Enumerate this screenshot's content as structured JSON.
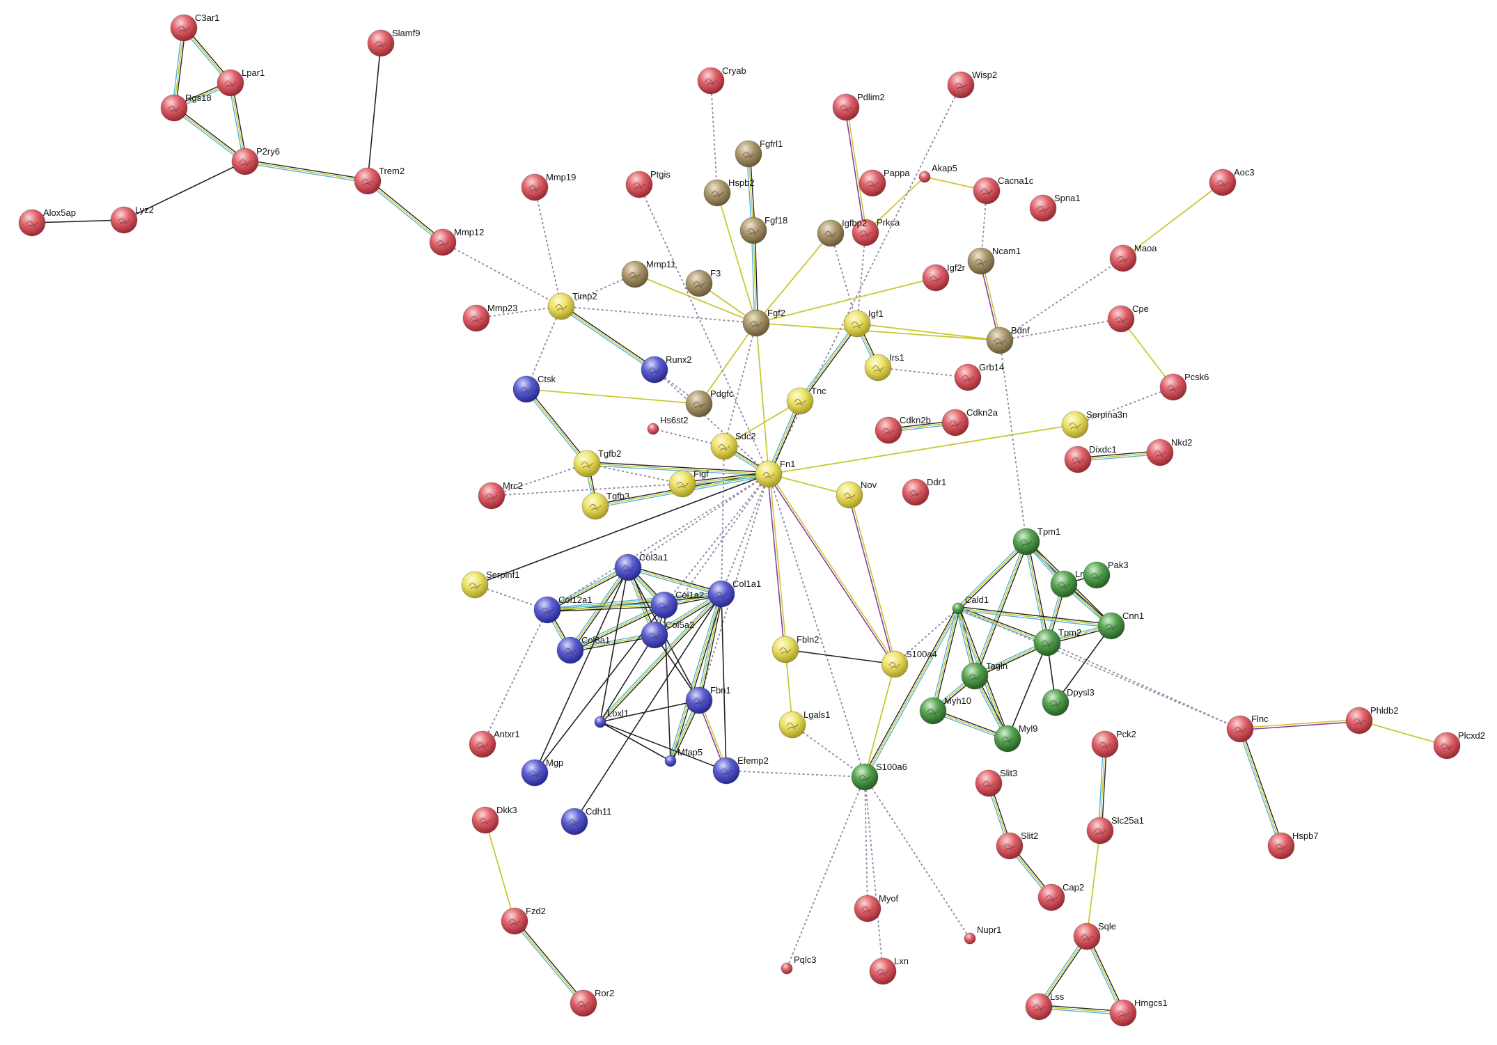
{
  "colors": {
    "red": "#d64b55",
    "yellow": "#e8e05a",
    "blue": "#4d4fc4",
    "tan": "#a39066",
    "green": "#4d9a4a",
    "edge_black": "#222222",
    "edge_yellow": "#c8c832",
    "edge_cyan": "#52b6d6",
    "edge_purple": "#8a3c9e",
    "edge_dotted": "#9a8aa8"
  },
  "nodes": [
    {
      "id": "C3ar1",
      "label": "C3ar1",
      "color": "red",
      "size": "large"
    },
    {
      "id": "Lpar1",
      "label": "Lpar1",
      "color": "red",
      "size": "large"
    },
    {
      "id": "Rgs18",
      "label": "Rgs18",
      "color": "red",
      "size": "large"
    },
    {
      "id": "P2ry6",
      "label": "P2ry6",
      "color": "red",
      "size": "large"
    },
    {
      "id": "Slamf9",
      "label": "Slamf9",
      "color": "red",
      "size": "large"
    },
    {
      "id": "Trem2",
      "label": "Trem2",
      "color": "red",
      "size": "large"
    },
    {
      "id": "Alox5ap",
      "label": "Alox5ap",
      "color": "red",
      "size": "large"
    },
    {
      "id": "Lyz2",
      "label": "Lyz2",
      "color": "red",
      "size": "large"
    },
    {
      "id": "Mmp12",
      "label": "Mmp12",
      "color": "red",
      "size": "large"
    },
    {
      "id": "Mmp19",
      "label": "Mmp19",
      "color": "red",
      "size": "large"
    },
    {
      "id": "Ptgis",
      "label": "Ptgis",
      "color": "red",
      "size": "large"
    },
    {
      "id": "Cryab",
      "label": "Cryab",
      "color": "red",
      "size": "large"
    },
    {
      "id": "Pdlim2",
      "label": "Pdlim2",
      "color": "red",
      "size": "large"
    },
    {
      "id": "Wisp2",
      "label": "Wisp2",
      "color": "red",
      "size": "large"
    },
    {
      "id": "Pappa",
      "label": "Pappa",
      "color": "red",
      "size": "large"
    },
    {
      "id": "Akap5",
      "label": "Akap5",
      "color": "red",
      "size": "small"
    },
    {
      "id": "Cacna1c",
      "label": "Cacna1c",
      "color": "red",
      "size": "large"
    },
    {
      "id": "Spna1",
      "label": "Spna1",
      "color": "red",
      "size": "large"
    },
    {
      "id": "Aoc3",
      "label": "Aoc3",
      "color": "red",
      "size": "large"
    },
    {
      "id": "Maoa",
      "label": "Maoa",
      "color": "red",
      "size": "large"
    },
    {
      "id": "Prkca",
      "label": "Prkca",
      "color": "red",
      "size": "large"
    },
    {
      "id": "Igf2r",
      "label": "Igf2r",
      "color": "red",
      "size": "large"
    },
    {
      "id": "Mmp23",
      "label": "Mmp23",
      "color": "red",
      "size": "large"
    },
    {
      "id": "Cpe",
      "label": "Cpe",
      "color": "red",
      "size": "large"
    },
    {
      "id": "Pcsk6",
      "label": "Pcsk6",
      "color": "red",
      "size": "large"
    },
    {
      "id": "Grb14",
      "label": "Grb14",
      "color": "red",
      "size": "large"
    },
    {
      "id": "Hs6st2",
      "label": "Hs6st2",
      "color": "red",
      "size": "small"
    },
    {
      "id": "Cdkn2b",
      "label": "Cdkn2b",
      "color": "red",
      "size": "large"
    },
    {
      "id": "Cdkn2a",
      "label": "Cdkn2a",
      "color": "red",
      "size": "large"
    },
    {
      "id": "Dixdc1",
      "label": "Dixdc1",
      "color": "red",
      "size": "large"
    },
    {
      "id": "Nkd2",
      "label": "Nkd2",
      "color": "red",
      "size": "large"
    },
    {
      "id": "Mrc2",
      "label": "Mrc2",
      "color": "red",
      "size": "large"
    },
    {
      "id": "Ddr1",
      "label": "Ddr1",
      "color": "red",
      "size": "large"
    },
    {
      "id": "Antxr1",
      "label": "Antxr1",
      "color": "red",
      "size": "large"
    },
    {
      "id": "Dkk3",
      "label": "Dkk3",
      "color": "red",
      "size": "large"
    },
    {
      "id": "Fzd2",
      "label": "Fzd2",
      "color": "red",
      "size": "large"
    },
    {
      "id": "Ror2",
      "label": "Ror2",
      "color": "red",
      "size": "large"
    },
    {
      "id": "Pck2",
      "label": "Pck2",
      "color": "red",
      "size": "large"
    },
    {
      "id": "Slit3",
      "label": "Slit3",
      "color": "red",
      "size": "large"
    },
    {
      "id": "Slit2",
      "label": "Slit2",
      "color": "red",
      "size": "large"
    },
    {
      "id": "Cap2",
      "label": "Cap2",
      "color": "red",
      "size": "large"
    },
    {
      "id": "Slc25a1",
      "label": "Slc25a1",
      "color": "red",
      "size": "large"
    },
    {
      "id": "Sqle",
      "label": "Sqle",
      "color": "red",
      "size": "large"
    },
    {
      "id": "Lss",
      "label": "Lss",
      "color": "red",
      "size": "large"
    },
    {
      "id": "Hmgcs1",
      "label": "Hmgcs1",
      "color": "red",
      "size": "large"
    },
    {
      "id": "Flnc",
      "label": "Flnc",
      "color": "red",
      "size": "large"
    },
    {
      "id": "Phldb2",
      "label": "Phldb2",
      "color": "red",
      "size": "large"
    },
    {
      "id": "Plcxd2",
      "label": "Plcxd2",
      "color": "red",
      "size": "large"
    },
    {
      "id": "Hspb7",
      "label": "Hspb7",
      "color": "red",
      "size": "large"
    },
    {
      "id": "Myof",
      "label": "Myof",
      "color": "red",
      "size": "large"
    },
    {
      "id": "Lxn",
      "label": "Lxn",
      "color": "red",
      "size": "large"
    },
    {
      "id": "Nupr1",
      "label": "Nupr1",
      "color": "red",
      "size": "small"
    },
    {
      "id": "Pqlc3",
      "label": "Pqlc3",
      "color": "red",
      "size": "small"
    },
    {
      "id": "Fgfrl1",
      "label": "Fgfrl1",
      "color": "tan",
      "size": "large"
    },
    {
      "id": "Hspb2",
      "label": "Hspb2",
      "color": "tan",
      "size": "large"
    },
    {
      "id": "Fgf18",
      "label": "Fgf18",
      "color": "tan",
      "size": "large"
    },
    {
      "id": "Igfbp2",
      "label": "Igfbp2",
      "color": "tan",
      "size": "large"
    },
    {
      "id": "Ncam1",
      "label": "Ncam1",
      "color": "tan",
      "size": "large"
    },
    {
      "id": "Mmp11",
      "label": "Mmp11",
      "color": "tan",
      "size": "large"
    },
    {
      "id": "F3",
      "label": "F3",
      "color": "tan",
      "size": "large"
    },
    {
      "id": "Fgf2",
      "label": "Fgf2",
      "color": "tan",
      "size": "large"
    },
    {
      "id": "Bdnf",
      "label": "Bdnf",
      "color": "tan",
      "size": "large"
    },
    {
      "id": "Pdgfc",
      "label": "Pdgfc",
      "color": "tan",
      "size": "large"
    },
    {
      "id": "Timp2",
      "label": "Timp2",
      "color": "yellow",
      "size": "large"
    },
    {
      "id": "Igf1",
      "label": "Igf1",
      "color": "yellow",
      "size": "large"
    },
    {
      "id": "Irs1",
      "label": "Irs1",
      "color": "yellow",
      "size": "large"
    },
    {
      "id": "Tnc",
      "label": "Tnc",
      "color": "yellow",
      "size": "large"
    },
    {
      "id": "Sdc2",
      "label": "Sdc2",
      "color": "yellow",
      "size": "large"
    },
    {
      "id": "Serpina3n",
      "label": "Serpina3n",
      "color": "yellow",
      "size": "large"
    },
    {
      "id": "Tgfb2",
      "label": "Tgfb2",
      "color": "yellow",
      "size": "large"
    },
    {
      "id": "Figf",
      "label": "Figf",
      "color": "yellow",
      "size": "large"
    },
    {
      "id": "Fn1",
      "label": "Fn1",
      "color": "yellow",
      "size": "large"
    },
    {
      "id": "Tgfb3",
      "label": "Tgfb3",
      "color": "yellow",
      "size": "large"
    },
    {
      "id": "Nov",
      "label": "Nov",
      "color": "yellow",
      "size": "large"
    },
    {
      "id": "Serpinf1",
      "label": "Serpinf1",
      "color": "yellow",
      "size": "large"
    },
    {
      "id": "Fbln2",
      "label": "Fbln2",
      "color": "yellow",
      "size": "large"
    },
    {
      "id": "S100a4",
      "label": "S100a4",
      "color": "yellow",
      "size": "large"
    },
    {
      "id": "Lgals1",
      "label": "Lgals1",
      "color": "yellow",
      "size": "large"
    },
    {
      "id": "Ctsk",
      "label": "Ctsk",
      "color": "blue",
      "size": "large"
    },
    {
      "id": "Runx2",
      "label": "Runx2",
      "color": "blue",
      "size": "large"
    },
    {
      "id": "Col3a1",
      "label": "Col3a1",
      "color": "blue",
      "size": "large"
    },
    {
      "id": "Col1a1",
      "label": "Col1a1",
      "color": "blue",
      "size": "large"
    },
    {
      "id": "Col12a1",
      "label": "Col12a1",
      "color": "blue",
      "size": "large"
    },
    {
      "id": "Col1a2",
      "label": "Col1a2",
      "color": "blue",
      "size": "large"
    },
    {
      "id": "Col5a2",
      "label": "Col5a2",
      "color": "blue",
      "size": "large"
    },
    {
      "id": "Col8a1",
      "label": "Col8a1",
      "color": "blue",
      "size": "large"
    },
    {
      "id": "Fbn1",
      "label": "Fbn1",
      "color": "blue",
      "size": "large"
    },
    {
      "id": "Loxl1",
      "label": "Loxl1",
      "color": "blue",
      "size": "small"
    },
    {
      "id": "Mfap5",
      "label": "Mfap5",
      "color": "blue",
      "size": "small"
    },
    {
      "id": "Mgp",
      "label": "Mgp",
      "color": "blue",
      "size": "large"
    },
    {
      "id": "Efemp2",
      "label": "Efemp2",
      "color": "blue",
      "size": "large"
    },
    {
      "id": "Cdh11",
      "label": "Cdh11",
      "color": "blue",
      "size": "large"
    },
    {
      "id": "Tpm1",
      "label": "Tpm1",
      "color": "green",
      "size": "large"
    },
    {
      "id": "Lmod1",
      "label": "Lmod1",
      "color": "green",
      "size": "large"
    },
    {
      "id": "Pak3",
      "label": "Pak3",
      "color": "green",
      "size": "large"
    },
    {
      "id": "Cald1",
      "label": "Cald1",
      "color": "green",
      "size": "small"
    },
    {
      "id": "Cnn1",
      "label": "Cnn1",
      "color": "green",
      "size": "large"
    },
    {
      "id": "Tpm2",
      "label": "Tpm2",
      "color": "green",
      "size": "large"
    },
    {
      "id": "Tagln",
      "label": "Tagln",
      "color": "green",
      "size": "large"
    },
    {
      "id": "Myh10",
      "label": "Myh10",
      "color": "green",
      "size": "large"
    },
    {
      "id": "Dpysl3",
      "label": "Dpysl3",
      "color": "green",
      "size": "large"
    },
    {
      "id": "Myl9",
      "label": "Myl9",
      "color": "green",
      "size": "large"
    },
    {
      "id": "S100a6",
      "label": "S100a6",
      "color": "green",
      "size": "large"
    }
  ],
  "edges": [
    [
      "C3ar1",
      "Lpar1",
      "multi"
    ],
    [
      "C3ar1",
      "Rgs18",
      "multi"
    ],
    [
      "Rgs18",
      "Lpar1",
      "multi"
    ],
    [
      "Rgs18",
      "P2ry6",
      "multi"
    ],
    [
      "Lpar1",
      "P2ry6",
      "multi"
    ],
    [
      "P2ry6",
      "Lyz2",
      "solid"
    ],
    [
      "P2ry6",
      "Trem2",
      "multi"
    ],
    [
      "Slamf9",
      "Trem2",
      "solid"
    ],
    [
      "Trem2",
      "Mmp12",
      "multi"
    ],
    [
      "Alox5ap",
      "Lyz2",
      "solid"
    ],
    [
      "Mmp12",
      "Timp2",
      "dotted"
    ],
    [
      "Mmp19",
      "Timp2",
      "dotted"
    ],
    [
      "Mmp23",
      "Timp2",
      "dotted"
    ],
    [
      "Mmp11",
      "Timp2",
      "dotted"
    ],
    [
      "Timp2",
      "Runx2",
      "multi"
    ],
    [
      "Timp2",
      "Ctsk",
      "dotted"
    ],
    [
      "Timp2",
      "Fgf2",
      "dotted"
    ],
    [
      "Cryab",
      "Hspb2",
      "dotted"
    ],
    [
      "Fgfrl1",
      "Fgf18",
      "multi"
    ],
    [
      "Hspb2",
      "Fgf2",
      "yellow"
    ],
    [
      "Fgf18",
      "Fgf2",
      "multi"
    ],
    [
      "Igfbp2",
      "Fgf2",
      "yellow"
    ],
    [
      "Pdlim2",
      "Prkca",
      "purple"
    ],
    [
      "Igfbp2",
      "Igf1",
      "dotted"
    ],
    [
      "Prkca",
      "Igf1",
      "dotted"
    ],
    [
      "Akap5",
      "Prkca",
      "yellow"
    ],
    [
      "Akap5",
      "Cacna1c",
      "yellow"
    ],
    [
      "Cacna1c",
      "Ncam1",
      "dotted"
    ],
    [
      "Ncam1",
      "Bdnf",
      "purple"
    ],
    [
      "Igf2r",
      "Fgf2",
      "yellow"
    ],
    [
      "Fgf2",
      "Bdnf",
      "yellow"
    ],
    [
      "Igf1",
      "Bdnf",
      "yellow"
    ],
    [
      "Bdnf",
      "Cpe",
      "dotted"
    ],
    [
      "Bdnf",
      "Maoa",
      "dotted"
    ],
    [
      "Aoc3",
      "Maoa",
      "yellow"
    ],
    [
      "Cpe",
      "Pcsk6",
      "yellow"
    ],
    [
      "Pcsk6",
      "Serpina3n",
      "dotted"
    ],
    [
      "Wisp2",
      "Fn1",
      "dotted"
    ],
    [
      "Igf1",
      "Irs1",
      "multi"
    ],
    [
      "Irs1",
      "Grb14",
      "dotted"
    ],
    [
      "Igf1",
      "Tnc",
      "multi"
    ],
    [
      "Tnc",
      "Fn1",
      "multi"
    ],
    [
      "Sdc2",
      "Fn1",
      "multi"
    ],
    [
      "Tnc",
      "Sdc2",
      "yellow"
    ],
    [
      "Fgf2",
      "Fn1",
      "yellow"
    ],
    [
      "F3",
      "Fgf2",
      "yellow"
    ],
    [
      "Mmp11",
      "Fgf2",
      "yellow"
    ],
    [
      "Pdgfc",
      "Fgf2",
      "yellow"
    ],
    [
      "Fgf2",
      "Sdc2",
      "dotted"
    ],
    [
      "Ptgis",
      "Fn1",
      "dotted"
    ],
    [
      "Runx2",
      "Fn1",
      "dotted"
    ],
    [
      "Runx2",
      "Pdgfc",
      "dotted"
    ],
    [
      "Ctsk",
      "Pdgfc",
      "yellow"
    ],
    [
      "Ctsk",
      "Tgfb2",
      "multi"
    ],
    [
      "Tgfb2",
      "Tgfb3",
      "multi"
    ],
    [
      "Tgfb2",
      "Fn1",
      "multi"
    ],
    [
      "Tgfb3",
      "Fn1",
      "multi"
    ],
    [
      "Tgfb2",
      "Figf",
      "dotted"
    ],
    [
      "Figf",
      "Fn1",
      "multi"
    ],
    [
      "Mrc2",
      "Tgfb2",
      "dotted"
    ],
    [
      "Mrc2",
      "Figf",
      "dotted"
    ],
    [
      "Fn1",
      "Serpina3n",
      "yellow"
    ],
    [
      "Fn1",
      "Nov",
      "yellow"
    ],
    [
      "Nov",
      "S100a4",
      "purple"
    ],
    [
      "Fn1",
      "S100a4",
      "purple"
    ],
    [
      "Fn1",
      "Fbln2",
      "purple"
    ],
    [
      "Fn1",
      "Serpinf1",
      "solid"
    ],
    [
      "Fn1",
      "Col3a1",
      "dotted"
    ],
    [
      "Fn1",
      "Col1a1",
      "dotted"
    ],
    [
      "Fn1",
      "Col1a2",
      "dotted"
    ],
    [
      "Fn1",
      "Col12a1",
      "dotted"
    ],
    [
      "Fn1",
      "Col5a2",
      "dotted"
    ],
    [
      "Fn1",
      "Fbn1",
      "dotted"
    ],
    [
      "Fn1",
      "S100a6",
      "dotted"
    ],
    [
      "Sdc2",
      "Col1a1",
      "dotted"
    ],
    [
      "Serpinf1",
      "Col12a1",
      "dotted"
    ],
    [
      "Col3a1",
      "Col1a1",
      "multi"
    ],
    [
      "Col3a1",
      "Col1a2",
      "multi"
    ],
    [
      "Col3a1",
      "Col12a1",
      "multi"
    ],
    [
      "Col3a1",
      "Col5a2",
      "multi"
    ],
    [
      "Col3a1",
      "Col8a1",
      "multi"
    ],
    [
      "Col1a1",
      "Col1a2",
      "multi"
    ],
    [
      "Col1a1",
      "Col5a2",
      "multi"
    ],
    [
      "Col1a1",
      "Col12a1",
      "multi"
    ],
    [
      "Col1a2",
      "Col12a1",
      "multi"
    ],
    [
      "Col1a2",
      "Col5a2",
      "multi"
    ],
    [
      "Col5a2",
      "Col8a1",
      "multi"
    ],
    [
      "Col12a1",
      "Col8a1",
      "multi"
    ],
    [
      "Col1a2",
      "Col8a1",
      "multi"
    ],
    [
      "Col3a1",
      "Fbn1",
      "solid"
    ],
    [
      "Col1a1",
      "Fbn1",
      "multi"
    ],
    [
      "Col1a1",
      "Loxl1",
      "multi"
    ],
    [
      "Col1a1",
      "Mfap5",
      "multi"
    ],
    [
      "Col1a1",
      "Efemp2",
      "solid"
    ],
    [
      "Col5a2",
      "Fbn1",
      "solid"
    ],
    [
      "Col5a2",
      "Loxl1",
      "solid"
    ],
    [
      "Col1a2",
      "Mfap5",
      "solid"
    ],
    [
      "Col3a1",
      "Loxl1",
      "solid"
    ],
    [
      "Fbn1",
      "Mfap5",
      "multi"
    ],
    [
      "Fbn1",
      "Efemp2",
      "purple"
    ],
    [
      "Fbn1",
      "Loxl1",
      "solid"
    ],
    [
      "Loxl1",
      "Mfap5",
      "solid"
    ],
    [
      "Col3a1",
      "Mgp",
      "solid"
    ],
    [
      "Col1a1",
      "Cdh11",
      "solid"
    ],
    [
      "Col1a2",
      "Mgp",
      "solid"
    ],
    [
      "Efemp2",
      "Loxl1",
      "solid"
    ],
    [
      "Fbln2",
      "Lgals1",
      "yellow"
    ],
    [
      "Fbln2",
      "S100a4",
      "solid"
    ],
    [
      "S100a4",
      "S100a6",
      "yellow"
    ],
    [
      "S100a4",
      "Cald1",
      "dotted"
    ],
    [
      "S100a6",
      "Cald1",
      "multi"
    ],
    [
      "Efemp2",
      "S100a6",
      "dotted"
    ],
    [
      "Lgals1",
      "S100a6",
      "dotted"
    ],
    [
      "S100a6",
      "Myof",
      "dotted"
    ],
    [
      "S100a6",
      "Lxn",
      "dotted"
    ],
    [
      "S100a6",
      "Nupr1",
      "dotted"
    ],
    [
      "S100a6",
      "Pqlc3",
      "dotted"
    ],
    [
      "Antxr1",
      "Col12a1",
      "dotted"
    ],
    [
      "Tpm1",
      "Lmod1",
      "multi"
    ],
    [
      "Tpm1",
      "Cald1",
      "multi"
    ],
    [
      "Tpm1",
      "Tpm2",
      "multi"
    ],
    [
      "Tpm1",
      "Cnn1",
      "multi"
    ],
    [
      "Tpm1",
      "Tagln",
      "multi"
    ],
    [
      "Lmod1",
      "Pak3",
      "solid"
    ],
    [
      "Lmod1",
      "Tpm2",
      "multi"
    ],
    [
      "Lmod1",
      "Cnn1",
      "multi"
    ],
    [
      "Cald1",
      "Tpm2",
      "multi"
    ],
    [
      "Cald1",
      "Cnn1",
      "multi"
    ],
    [
      "Cald1",
      "Tagln",
      "multi"
    ],
    [
      "Cald1",
      "Myh10",
      "multi"
    ],
    [
      "Cald1",
      "Myl9",
      "multi"
    ],
    [
      "Cnn1",
      "Tpm2",
      "multi"
    ],
    [
      "Tpm2",
      "Tagln",
      "multi"
    ],
    [
      "Tpm2",
      "Myl9",
      "solid"
    ],
    [
      "Tpm2",
      "Dpysl3",
      "solid"
    ],
    [
      "Tagln",
      "Myh10",
      "multi"
    ],
    [
      "Tagln",
      "Myl9",
      "multi"
    ],
    [
      "Myh10",
      "Myl9",
      "multi"
    ],
    [
      "Cnn1",
      "Dpysl3",
      "solid"
    ],
    [
      "Tpm2",
      "Flnc",
      "dotted"
    ],
    [
      "Cald1",
      "Flnc",
      "dotted"
    ],
    [
      "Flnc",
      "Phldb2",
      "purple"
    ],
    [
      "Phldb2",
      "Plcxd2",
      "yellow"
    ],
    [
      "Flnc",
      "Hspb7",
      "multi"
    ],
    [
      "Bdnf",
      "Tpm1",
      "dotted"
    ],
    [
      "Cdkn2b",
      "Cdkn2a",
      "multi"
    ],
    [
      "Dixdc1",
      "Nkd2",
      "multi"
    ],
    [
      "Pck2",
      "Slc25a1",
      "multi"
    ],
    [
      "Slit3",
      "Slit2",
      "multi"
    ],
    [
      "Slit2",
      "Cap2",
      "multi"
    ],
    [
      "Slc25a1",
      "Sqle",
      "yellow"
    ],
    [
      "Sqle",
      "Lss",
      "multi"
    ],
    [
      "Sqle",
      "Hmgcs1",
      "multi"
    ],
    [
      "Lss",
      "Hmgcs1",
      "multi"
    ],
    [
      "Dkk3",
      "Fzd2",
      "yellow"
    ],
    [
      "Fzd2",
      "Ror2",
      "multi"
    ],
    [
      "Hs6st2",
      "Sdc2",
      "dotted"
    ]
  ]
}
